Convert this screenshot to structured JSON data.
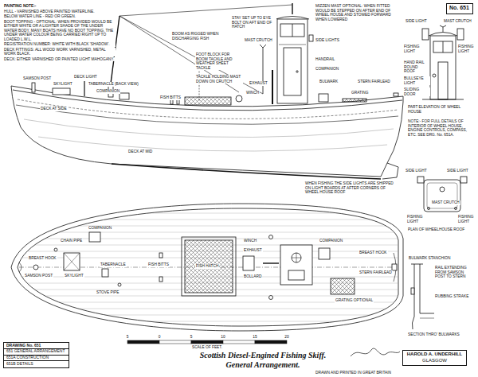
{
  "diagram": {
    "title": "Scottish Diesel-Engined Fishing Skiff.",
    "caption": "General Arrangement.",
    "nodes": [
      {
        "text": [
          "No. 651"
        ]
      },
      {
        "text": [
          "DRAWING No. 651",
          "651 GENERAL ARRANGEMENT",
          "651A CONSTRUCTION",
          "651B DETAILS"
        ]
      },
      {
        "text": [
          "HAROLD A. UNDERHILL",
          "GLASGOW"
        ]
      }
    ],
    "labels": [
      "PAINTING NOTE:-",
      "HULL - VARNISHED ABOVE PAINTED WATERLINE.",
      "BELOW WATER LINE - RED OR GREEN.",
      "BOOT TOPPING - OPTIONAL: WHEN PROVIDED WOULD BE EITHER WHITE OR A LIGHTER SHADE OF THE UNDER WATER BODY. MANY BOATS HAVE NO BOOT TOPPING, THE UNDER WATER COLOUR BEING CARRIED RIGHT UP TO LOADED L.W.L.",
      "REGISTRATION NUMBER: WHITE WITH BLACK 'SHADOW'.",
      "DECK FITTINGS: ALL WOOD WORK VARNISHED, METAL WORK BLACK.",
      "DECK: EITHER VARNISHED OR PAINTED LIGHT MAHOGANY.",
      "SAMSON POST",
      "SKYLIGHT",
      "DECK LIGHT",
      "TABERNACLE (BACK VIEW)",
      "COMPANION",
      "DECK AT SIDE",
      "FISH BITTS",
      "DECK AT MID",
      "BOOM AS RIGGED WHEN DISCHARGING FISH",
      "STAY SET UP TO EYE BOLT ON AFT END OF HATCH",
      "FOOT BLOCK FOR BOOM TACKLE AND WEATHER SHEET TACKLE",
      "TACKLE HOLDING MAST DOWN ON CRUTCH",
      "MAST CRUTCH",
      "MIZZEN MAST OPTIONAL: WHEN FITTED WOULD BE STEPPED ON AFTER END OF WHEEL HOUSE AND STOWED FORWARD WHEN LOWERED",
      "SIDE LIGHTS",
      "WINCH",
      "EXHAUST",
      "HANDRAIL",
      "COMPANION",
      "BULWARK",
      "STERN FAIRLEAD",
      "GRATING",
      "SIDE LIGHT",
      "MAST CRUTCH",
      "FISHING LIGHT",
      "FISHING LIGHT",
      "HAND RAIL ROUND ROOF",
      "BULLSEYE LIGHT",
      "SLIDING DOOR",
      "PART ELEVATION OF WHEEL HOUSE",
      "NOTE:- FOR FULL DETAILS OF INTERIOR OF WHEEL HOUSE, ENGINE CONTROLS, COMPASS, ETC. SEE DRG. No. 651A.",
      "WHEN FISHING THE SIDE LIGHTS ARE SHIPPED ON LIGHT BOARDS AT AFTER CORNERS OF WHEEL HOUSE ROOF",
      "SIDE LIGHT",
      "SIDE LIGHT",
      "MAST CRUTCH",
      "FISHING LIGHT",
      "FISHING LIGHT",
      "PLAN OF WHEELHOUSE ROOF",
      "BULWARK STANCHION",
      "RAIL EXTENDING FROM SAMSON POST TO STERN",
      "RUBBING STRAKE",
      "SECTION THRO' BULWARKS",
      "BREAST HOOK",
      "SAMSON POST",
      "CHAIN PIPE",
      "COMPANION",
      "SKYLIGHT",
      "TABERNACLE",
      "STOVE PIPE",
      "FISH BITTS",
      "FISH HATCH",
      "WINCH",
      "EXHAUST",
      "BOLLARD",
      "COMPANION",
      "BREAST HOOK",
      "STERN FAIRLEAD",
      "GRATING OPTIONAL",
      "5",
      "0",
      "5",
      "10",
      "15",
      "20",
      "SCALE OF FEET.",
      "DRAWN AND PRINTED IN GREAT BRITAIN"
    ]
  }
}
